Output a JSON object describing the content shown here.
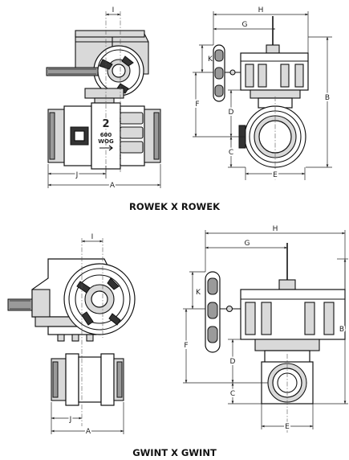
{
  "captions": {
    "top": "ROWEK X ROWEK",
    "bottom": "GWINT X GWINT"
  },
  "valve_marking": {
    "size": "2",
    "pressure": "600",
    "rating": "WOG"
  },
  "dimension_labels": {
    "A": "A",
    "B": "B",
    "C": "C",
    "D": "D",
    "E": "E",
    "F": "F",
    "G": "G",
    "H": "H",
    "I": "I",
    "J": "J",
    "K": "K"
  }
}
